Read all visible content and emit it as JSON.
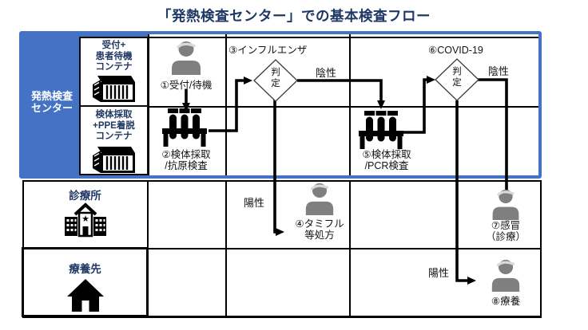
{
  "title": "「発熱検査センター」での基本検査フロー",
  "left_panel": {
    "group_label_l1": "発熱検査",
    "group_label_l2": "センター",
    "container1_l1": "受付+",
    "container1_l2": "患者待機",
    "container1_l3": "コンテナ",
    "container2_l1": "検体採取",
    "container2_l2": "+PPE着脱",
    "container2_l3": "コンテナ",
    "clinic_label": "診療所",
    "care_label": "療養先"
  },
  "flow": {
    "step1": "①受付/待機",
    "step2_l1": "②検体採取",
    "step2_l2": "/抗原検査",
    "step3_title": "③インフルエンザ",
    "decision_l1": "判",
    "decision_l2": "定",
    "step4_l1": "④タミフル",
    "step4_l2": "等処方",
    "step5_l1": "⑤検体採取",
    "step5_l2": "/PCR検査",
    "step6_title": "⑥COVID-19",
    "step7_l1": "⑦感冒",
    "step7_l2": "（診療）",
    "step8": "⑧療養",
    "flu_negative": "陰性",
    "flu_positive": "陽性",
    "covid_negative": "陰性",
    "covid_positive": "陽性"
  },
  "colors": {
    "accent_blue": "#4472C4",
    "title_navy": "#1F3864",
    "person_gray": "#7F7F7F",
    "line_black": "#000000"
  }
}
